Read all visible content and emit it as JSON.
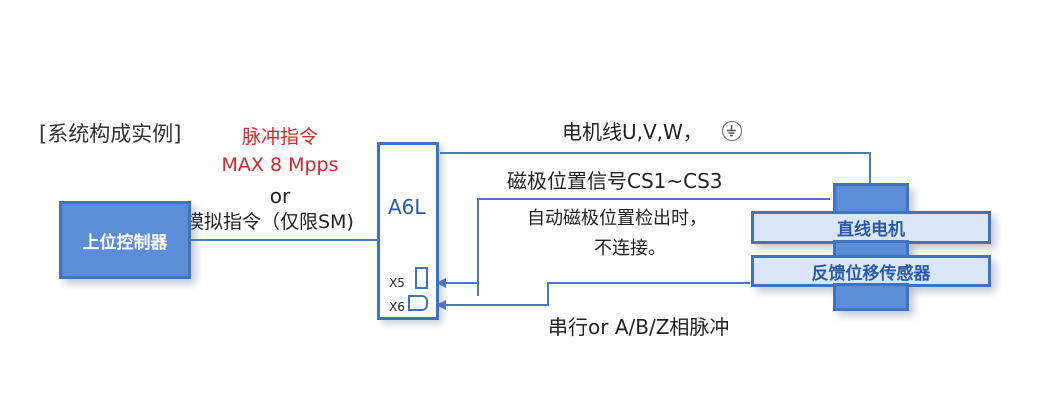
{
  "section_label": "[系统构成实例]",
  "command": {
    "pulse": "脉冲指令",
    "max_rate": "MAX 8 Mpps",
    "or": "or",
    "analog": "模拟指令（仅限SM)"
  },
  "controller": {
    "label": "上位控制器"
  },
  "driver": {
    "label": "A6L",
    "port_x5": "X5",
    "port_x6": "X6"
  },
  "motor": {
    "label": "直线电机"
  },
  "sensor": {
    "label": "反馈位移传感器"
  },
  "wires": {
    "motor_line": "电机线U,V,W，",
    "hall_signal": "磁极位置信号CS1~CS3",
    "auto_detect_line1": "自动磁极位置检出时，",
    "auto_detect_line2": "不连接。",
    "serial": "串行or A/B/Z相脉冲"
  },
  "icons": {
    "ground": "ground-symbol-icon"
  },
  "colors": {
    "accent": "#3f73c0",
    "fill": "#5b8ed6",
    "light": "#dbe7f8",
    "red": "#d8262a",
    "line": "#4a78c2"
  }
}
